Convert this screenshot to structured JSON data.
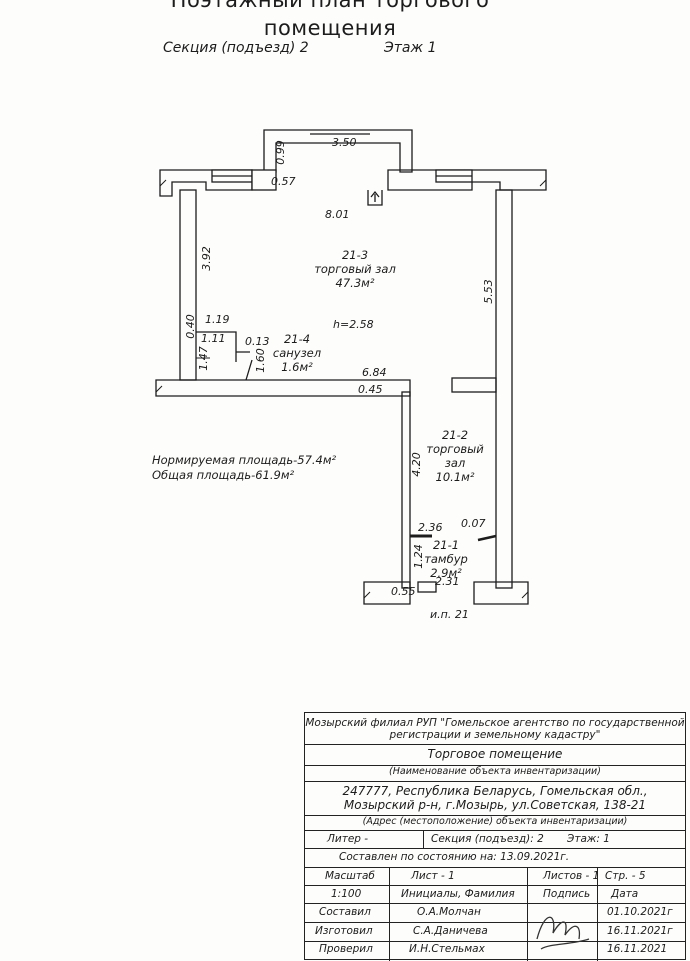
{
  "header": {
    "title_line1": "Поэтажный план торгового",
    "title_line2": "помещения",
    "section": "Секция (подъезд) 2",
    "floor": "Этаж 1"
  },
  "rooms": [
    {
      "id": "21-3",
      "name": "торговый зал",
      "area": "47.3м²"
    },
    {
      "id": "21-4",
      "name": "санузел",
      "area": "1.6м²"
    },
    {
      "id": "21-2",
      "name_line1": "торговый",
      "name_line2": "зал",
      "area": "10.1м²"
    },
    {
      "id": "21-1",
      "name": "тамбур",
      "area": "2.9м²"
    }
  ],
  "height_label": "h=2.58",
  "dims": {
    "d350": "3.50",
    "d099": "0.99",
    "d057": "0.57",
    "d801": "8.01",
    "d392": "3.92",
    "d553": "5.53",
    "d040": "0.40",
    "d119": "1.19",
    "d111": "1.11",
    "d013": "0.13",
    "d147": "1.47",
    "d160": "1.60",
    "d684": "6.84",
    "d045": "0.45",
    "d420": "4.20",
    "d236": "2.36",
    "d007": "0.07",
    "d124": "1.24",
    "d231": "2.31",
    "d055": "0.55"
  },
  "entrance": "и.п. 21",
  "summary": {
    "normed": "Нормируемая площадь-57.4м²",
    "total": "Общая площадь-61.9м²"
  },
  "stamp": {
    "org": "Мозырский филиал РУП \"Гомельское агентство по государственной",
    "org2": "регистрации и земельному кадастру\"",
    "object": "Торговое помещение",
    "object_caption": "(Наименование объекта инвентаризации)",
    "address1": "247777, Республика Беларусь, Гомельская обл.,",
    "address2": "Мозырский р-н, г.Мозырь, ул.Советская, 138-21",
    "address_caption": "(Адрес (местоположение) объекта инвентаризации)",
    "liter": "Литер -",
    "section": "Секция (подъезд): 2",
    "floor": "Этаж: 1",
    "state": "Составлен по состоянию на: 13.09.2021г.",
    "scale_label": "Масштаб",
    "sheet": "Лист - 1",
    "sheets": "Листов - 1",
    "page": "Стр. - 5",
    "scale": "1:100",
    "names_header": "Инициалы, Фамилия",
    "sign_header": "Подпись",
    "date_header": "Дата",
    "rows": [
      {
        "role": "Составил",
        "name": "О.А.Молчан",
        "date": "01.10.2021г"
      },
      {
        "role": "Изготовил",
        "name": "С.А.Даничева",
        "date": "16.11.2021г"
      },
      {
        "role": "Проверил",
        "name": "И.Н.Стельмах",
        "date": "16.11.2021"
      }
    ]
  }
}
